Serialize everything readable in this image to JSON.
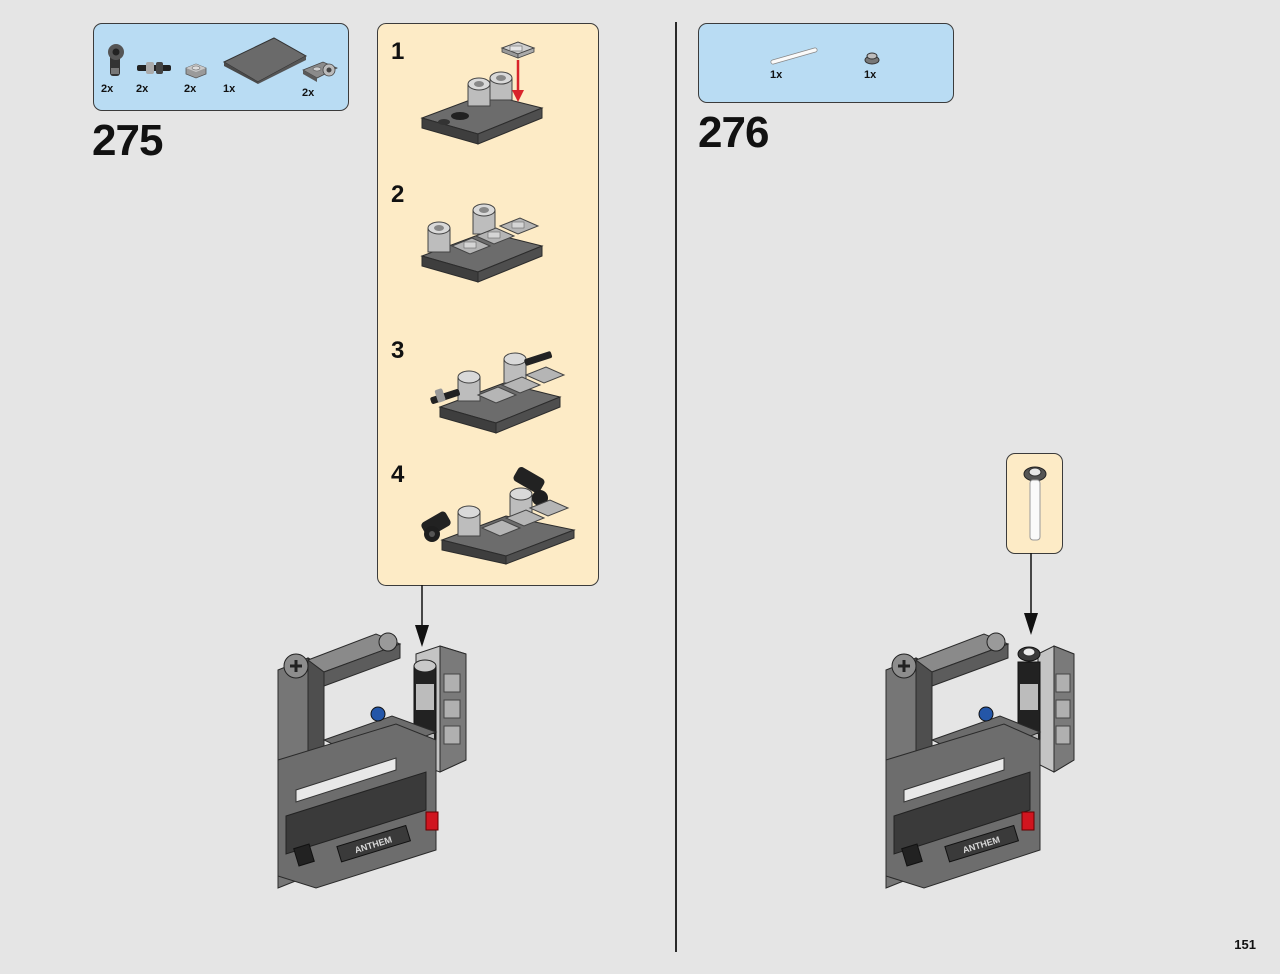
{
  "page": {
    "number": "151"
  },
  "step275": {
    "number": "275",
    "parts": [
      {
        "qty": "2x",
        "icon": "pin-connector-icon"
      },
      {
        "qty": "2x",
        "icon": "axle-joiner-icon"
      },
      {
        "qty": "2x",
        "icon": "plate-1x1-icon"
      },
      {
        "qty": "1x",
        "icon": "wedge-slope-icon"
      },
      {
        "qty": "2x",
        "icon": "plate-with-clip-icon"
      }
    ],
    "substeps": [
      {
        "number": "1"
      },
      {
        "number": "2"
      },
      {
        "number": "3"
      },
      {
        "number": "4"
      }
    ]
  },
  "step276": {
    "number": "276",
    "parts": [
      {
        "qty": "1x",
        "icon": "white-bar-icon"
      },
      {
        "qty": "1x",
        "icon": "round-stud-icon"
      }
    ]
  },
  "model": {
    "label": "ANTHEM"
  },
  "colors": {
    "parts_box": "#b9dcf3",
    "substep_box": "#fdebc6",
    "background": "#e5e5e5",
    "arrow": "#d9242b"
  }
}
